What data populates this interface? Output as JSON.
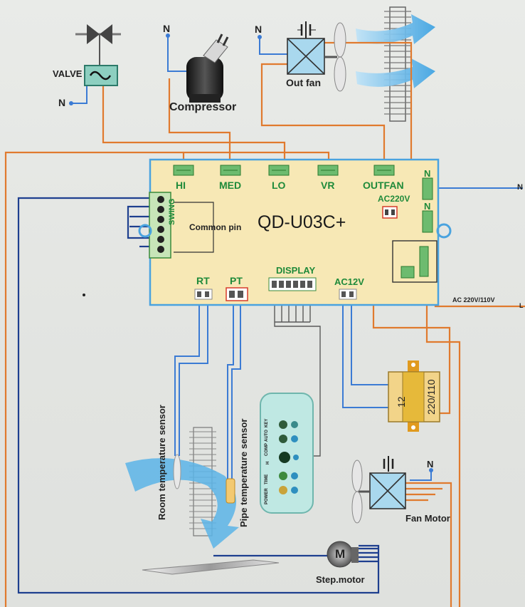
{
  "board": {
    "model": "QD-U03C+",
    "terminals": {
      "hi": "HI",
      "med": "MED",
      "lo": "LO",
      "vr": "VR",
      "outfan": "OUTFAN",
      "ac220v": "AC220V",
      "n_top": "N",
      "n_mid": "N"
    },
    "swing": "SWING",
    "common_pin": "Common pin",
    "rt": "RT",
    "pt": "PT",
    "display": "DISPLAY",
    "ac12v": "AC12V"
  },
  "components": {
    "valve": "VALVE",
    "compressor": "Compressor",
    "out_fan": "Out fan",
    "fan_motor": "Fan Motor",
    "step_motor": "Step.motor",
    "room_sensor": "Room temperature sensor",
    "pipe_sensor": "Pipe temperature sensor",
    "transformer_primary": "220/110",
    "transformer_secondary": "12",
    "motor_letter": "M"
  },
  "neutral_labels": {
    "valve": "N",
    "compressor": "N",
    "out_fan": "N",
    "line": "N",
    "fan_motor": "N"
  },
  "power_label": "AC 220V/110V",
  "line_label": "L",
  "display_panel": {
    "top": [
      "COMP",
      "AUTO",
      "KEY"
    ],
    "middle": "H",
    "bottom": [
      "POWER",
      "TIME"
    ]
  },
  "colors": {
    "board": "#f7e8b5",
    "board_border": "#4aa3df",
    "orange_wire": "#e07a2e",
    "blue_wire": "#3b7bd4",
    "navy_wire": "#1e3f8f",
    "airflow": "#5bb4e8",
    "panel": "#bfe8e3"
  }
}
